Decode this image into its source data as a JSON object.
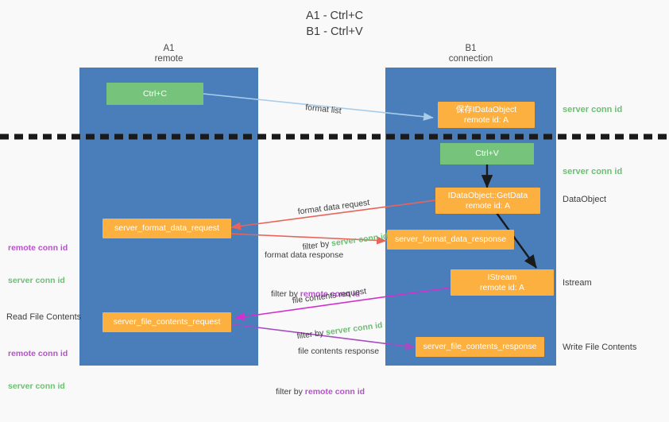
{
  "title": "A1 - Ctrl+C\nB1 - Ctrl+V",
  "lanes": [
    {
      "name": "A1",
      "role": "remote",
      "label": "A1\nremote"
    },
    {
      "name": "B1",
      "role": "connection",
      "label": "B1\nconnection"
    }
  ],
  "colors": {
    "lane": "#4a7ebb",
    "green_node": "#76c47c",
    "orange_node": "#fbb040",
    "server_conn_id": "#6cbf73",
    "remote_conn_id": "#b94fd0",
    "arrow_blue": "#a8cdea",
    "arrow_red": "#e8645a",
    "arrow_magenta": "#d32fd0",
    "arrow_purple": "#a64bc4",
    "arrow_black": "#1a1a1a",
    "background": "#f9f9f9"
  },
  "nodes": {
    "ctrl_c": "Ctrl+C",
    "save_idataobject": "保存IDataObject\nremote id: A",
    "ctrl_v": "Ctrl+V",
    "getdata": "IDataObject::GetData\nremote id: A",
    "server_format_data_request": "server_format_data_request",
    "server_format_data_response": "server_format_data_response",
    "istream": "IStream\nremote id: A",
    "server_file_contents_request": "server_file_contents_request",
    "server_file_contents_response": "server_file_contents_response"
  },
  "right_labels": {
    "server_conn_id_top": "server conn id",
    "server_conn_id_mid": "server conn id",
    "dataobject": "DataObject",
    "istream": "Istream",
    "write_file_contents": "Write File Contents"
  },
  "left_labels": {
    "conn_pair_top_remote": "remote conn id",
    "conn_pair_top_server": "server conn id",
    "read_file_contents": "Read File Contents",
    "conn_pair_bottom_remote": "remote conn id",
    "conn_pair_bottom_server": "server conn id"
  },
  "edge_labels": {
    "format_list": "format list",
    "format_data_request": "format data request",
    "format_data_request_filter_prefix": "filter by ",
    "format_data_request_filter_value": "server conn id",
    "format_data_response": "format data response",
    "format_data_response_filter_prefix": "filter by ",
    "format_data_response_filter_value": "remote conn id",
    "file_contents_request": "file contents request",
    "file_contents_request_filter_prefix": "filter by ",
    "file_contents_request_filter_value": "server conn id",
    "file_contents_response": "file contents response",
    "file_contents_response_filter_prefix": "filter by ",
    "file_contents_response_filter_value": "remote conn id"
  }
}
